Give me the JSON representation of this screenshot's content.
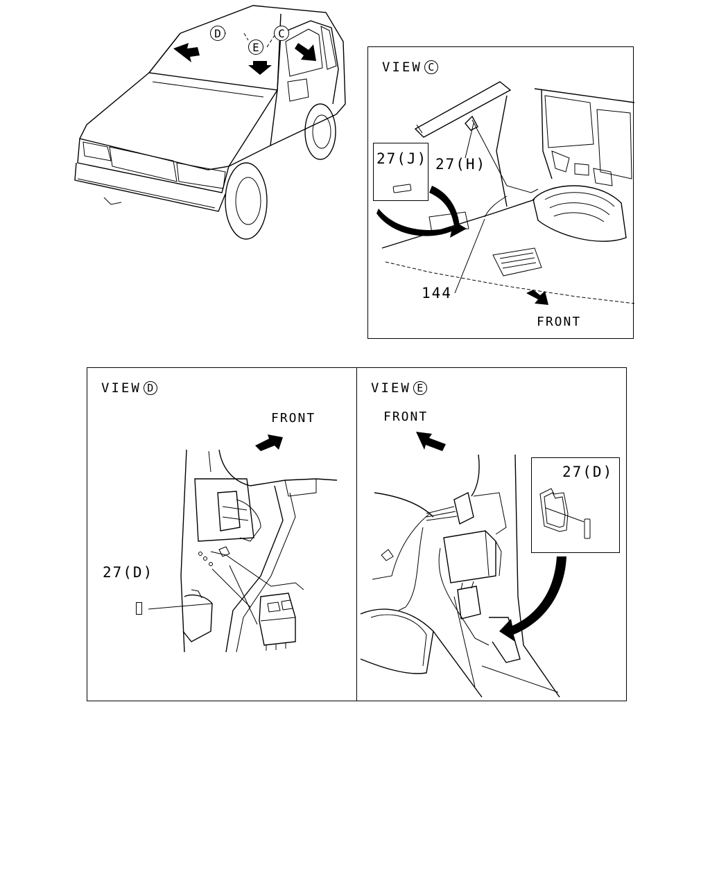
{
  "overview": {
    "view_markers": [
      "D",
      "E",
      "C"
    ]
  },
  "view_c": {
    "title": "VIEW",
    "marker": "C",
    "parts": [
      {
        "label": "27(J)"
      },
      {
        "label": "27(H)"
      },
      {
        "label": "144"
      }
    ],
    "direction": "FRONT"
  },
  "view_d": {
    "title": "VIEW",
    "marker": "D",
    "parts": [
      {
        "label": "27(D)"
      }
    ],
    "direction": "FRONT"
  },
  "view_e": {
    "title": "VIEW",
    "marker": "E",
    "parts": [
      {
        "label": "27(D)"
      }
    ],
    "direction": "FRONT"
  }
}
